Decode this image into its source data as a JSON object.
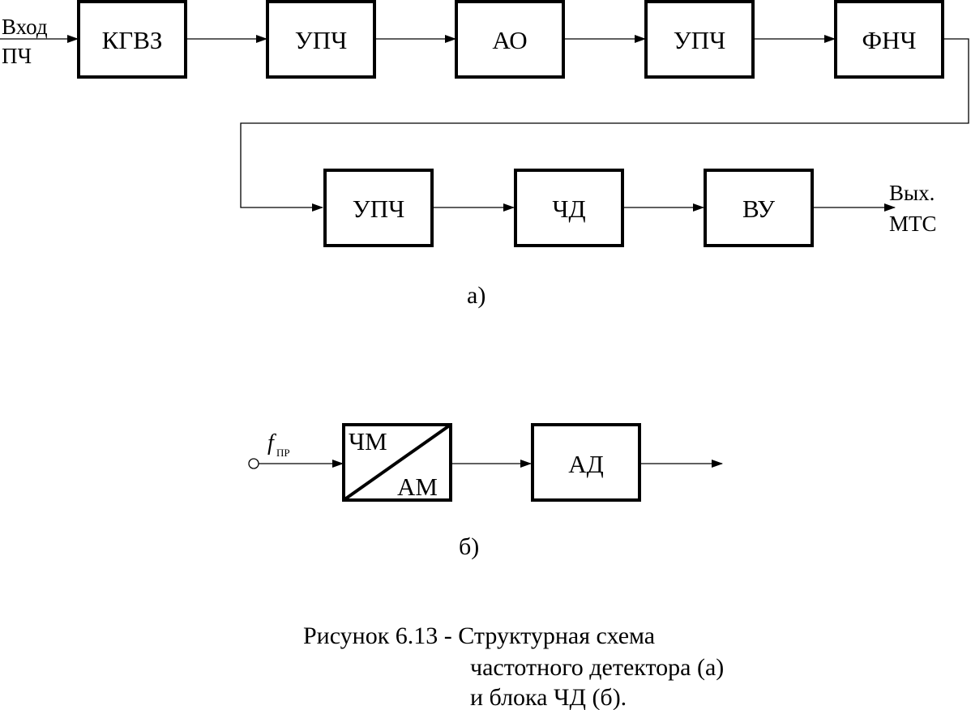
{
  "diagram_a": {
    "input_label": [
      "Вход",
      "ПЧ"
    ],
    "row1": [
      "КГВЗ",
      "УПЧ",
      "АО",
      "УПЧ",
      "ФНЧ"
    ],
    "row2": [
      "УПЧ",
      "ЧД",
      "ВУ"
    ],
    "output_label": [
      "Вых.",
      "МТС"
    ],
    "sublabel": "а)"
  },
  "diagram_b": {
    "input_symbol": "f",
    "input_subscript": "ПР",
    "converter_top": "ЧМ",
    "converter_bottom": "АМ",
    "detector": "АД",
    "sublabel": "б)"
  },
  "caption": [
    "Рисунок 6.13 - Структурная схема",
    "частотного детектора (а)",
    "и блока ЧД (б)."
  ]
}
